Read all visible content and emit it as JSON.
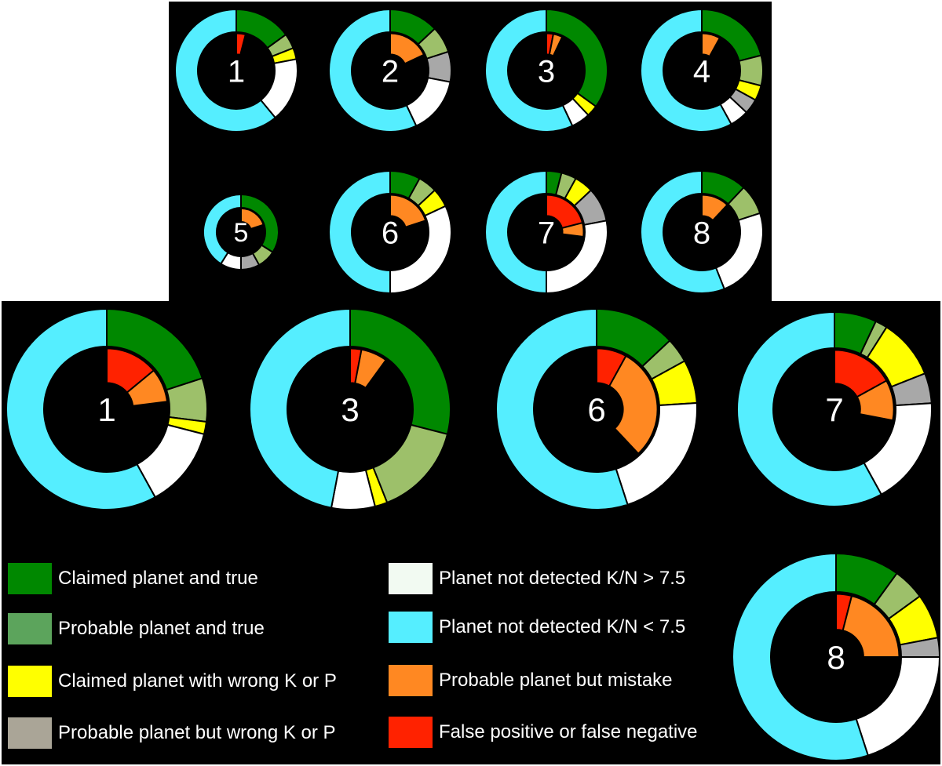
{
  "colors": {
    "claimed_true": "#008800",
    "probable_true": "#9dc06a",
    "claimed_wrong": "#ffff00",
    "probable_wrong": "#a8a8a8",
    "not_detected_high": "#ffffff",
    "not_detected_low": "#55eeff",
    "probable_mistake": "#ff8822",
    "false_positive": "#ff2200",
    "background": "#000000"
  },
  "legend": [
    {
      "key": "claimed_true",
      "label": "Claimed planet and true",
      "swatch": "#008800"
    },
    {
      "key": "probable_true",
      "label": "Probable planet and true",
      "swatch": "#5ca45c"
    },
    {
      "key": "claimed_wrong",
      "label": "Claimed planet with wrong K or P",
      "swatch": "#ffff00"
    },
    {
      "key": "probable_wrong",
      "label": "Probable planet but wrong K or P",
      "swatch": "#aaa597"
    },
    {
      "key": "not_detected_high",
      "label": "Planet not detected K/N > 7.5",
      "swatch": "#f2faf2"
    },
    {
      "key": "not_detected_low",
      "label": "Planet not detected K/N < 7.5",
      "swatch": "#55eeff"
    },
    {
      "key": "probable_mistake",
      "label": "Probable planet but mistake",
      "swatch": "#ff8822"
    },
    {
      "key": "false_positive",
      "label": "False positive or false negative",
      "swatch": "#ff2200"
    }
  ],
  "chart_data": [
    {
      "type": "donut",
      "label": "1",
      "panel": "top",
      "outer": {
        "claimed_true": 15,
        "probable_true": 4,
        "claimed_wrong": 3,
        "probable_wrong": 0,
        "not_detected_high": 17,
        "not_detected_low": 61
      },
      "inner": {
        "false_positive": 4,
        "probable_mistake": 0
      }
    },
    {
      "type": "donut",
      "label": "2",
      "panel": "top",
      "outer": {
        "claimed_true": 13,
        "probable_true": 7,
        "claimed_wrong": 0,
        "probable_wrong": 8,
        "not_detected_high": 15,
        "not_detected_low": 57
      },
      "inner": {
        "false_positive": 0,
        "probable_mistake": 18
      }
    },
    {
      "type": "donut",
      "label": "3",
      "panel": "top",
      "outer": {
        "claimed_true": 35,
        "probable_true": 0,
        "claimed_wrong": 3,
        "probable_wrong": 0,
        "not_detected_high": 5,
        "not_detected_low": 57
      },
      "inner": {
        "false_positive": 3,
        "probable_mistake": 4
      }
    },
    {
      "type": "donut",
      "label": "4",
      "panel": "top",
      "outer": {
        "claimed_true": 21,
        "probable_true": 8,
        "claimed_wrong": 4,
        "probable_wrong": 4,
        "not_detected_high": 5,
        "not_detected_low": 58
      },
      "inner": {
        "false_positive": 0,
        "probable_mistake": 8
      }
    },
    {
      "type": "donut",
      "label": "5",
      "panel": "top",
      "outer": {
        "claimed_true": 34,
        "probable_true": 8,
        "claimed_wrong": 0,
        "probable_wrong": 8,
        "not_detected_high": 9,
        "not_detected_low": 41
      },
      "inner": {
        "false_positive": 0,
        "probable_mistake": 20
      }
    },
    {
      "type": "donut",
      "label": "6",
      "panel": "top",
      "outer": {
        "claimed_true": 8,
        "probable_true": 5,
        "claimed_wrong": 5,
        "probable_wrong": 0,
        "not_detected_high": 32,
        "not_detected_low": 50
      },
      "inner": {
        "false_positive": 0,
        "probable_mistake": 20
      }
    },
    {
      "type": "donut",
      "label": "7",
      "panel": "top",
      "outer": {
        "claimed_true": 4,
        "probable_true": 4,
        "claimed_wrong": 5,
        "probable_wrong": 9,
        "not_detected_high": 28,
        "not_detected_low": 50
      },
      "inner": {
        "false_positive": 21,
        "probable_mistake": 6
      }
    },
    {
      "type": "donut",
      "label": "8",
      "panel": "top",
      "outer": {
        "claimed_true": 12,
        "probable_true": 8,
        "claimed_wrong": 0,
        "probable_wrong": 0,
        "not_detected_high": 24,
        "not_detected_low": 56
      },
      "inner": {
        "false_positive": 0,
        "probable_mistake": 12
      }
    },
    {
      "type": "donut",
      "label": "1",
      "panel": "bottom",
      "outer": {
        "claimed_true": 20,
        "probable_true": 7,
        "claimed_wrong": 2,
        "probable_wrong": 0,
        "not_detected_high": 13,
        "not_detected_low": 58
      },
      "inner": {
        "false_positive": 14,
        "probable_mistake": 9
      }
    },
    {
      "type": "donut",
      "label": "3",
      "panel": "bottom",
      "outer": {
        "claimed_true": 29,
        "probable_true": 15,
        "claimed_wrong": 2,
        "probable_wrong": 0,
        "not_detected_high": 7,
        "not_detected_low": 47
      },
      "inner": {
        "false_positive": 3,
        "probable_mistake": 7
      }
    },
    {
      "type": "donut",
      "label": "6",
      "panel": "bottom",
      "outer": {
        "claimed_true": 13,
        "probable_true": 4,
        "claimed_wrong": 7,
        "probable_wrong": 0,
        "not_detected_high": 21,
        "not_detected_low": 55
      },
      "inner": {
        "false_positive": 8,
        "probable_mistake": 30
      }
    },
    {
      "type": "donut",
      "label": "7",
      "panel": "bottom",
      "outer": {
        "claimed_true": 7,
        "probable_true": 2,
        "claimed_wrong": 10,
        "probable_wrong": 5,
        "not_detected_high": 18,
        "not_detected_low": 58
      },
      "inner": {
        "false_positive": 17,
        "probable_mistake": 11
      }
    },
    {
      "type": "donut",
      "label": "8",
      "panel": "bottom",
      "outer": {
        "claimed_true": 10,
        "probable_true": 5,
        "claimed_wrong": 7,
        "probable_wrong": 3,
        "not_detected_high": 20,
        "not_detected_low": 55
      },
      "inner": {
        "false_positive": 4,
        "probable_mistake": 21
      }
    }
  ]
}
